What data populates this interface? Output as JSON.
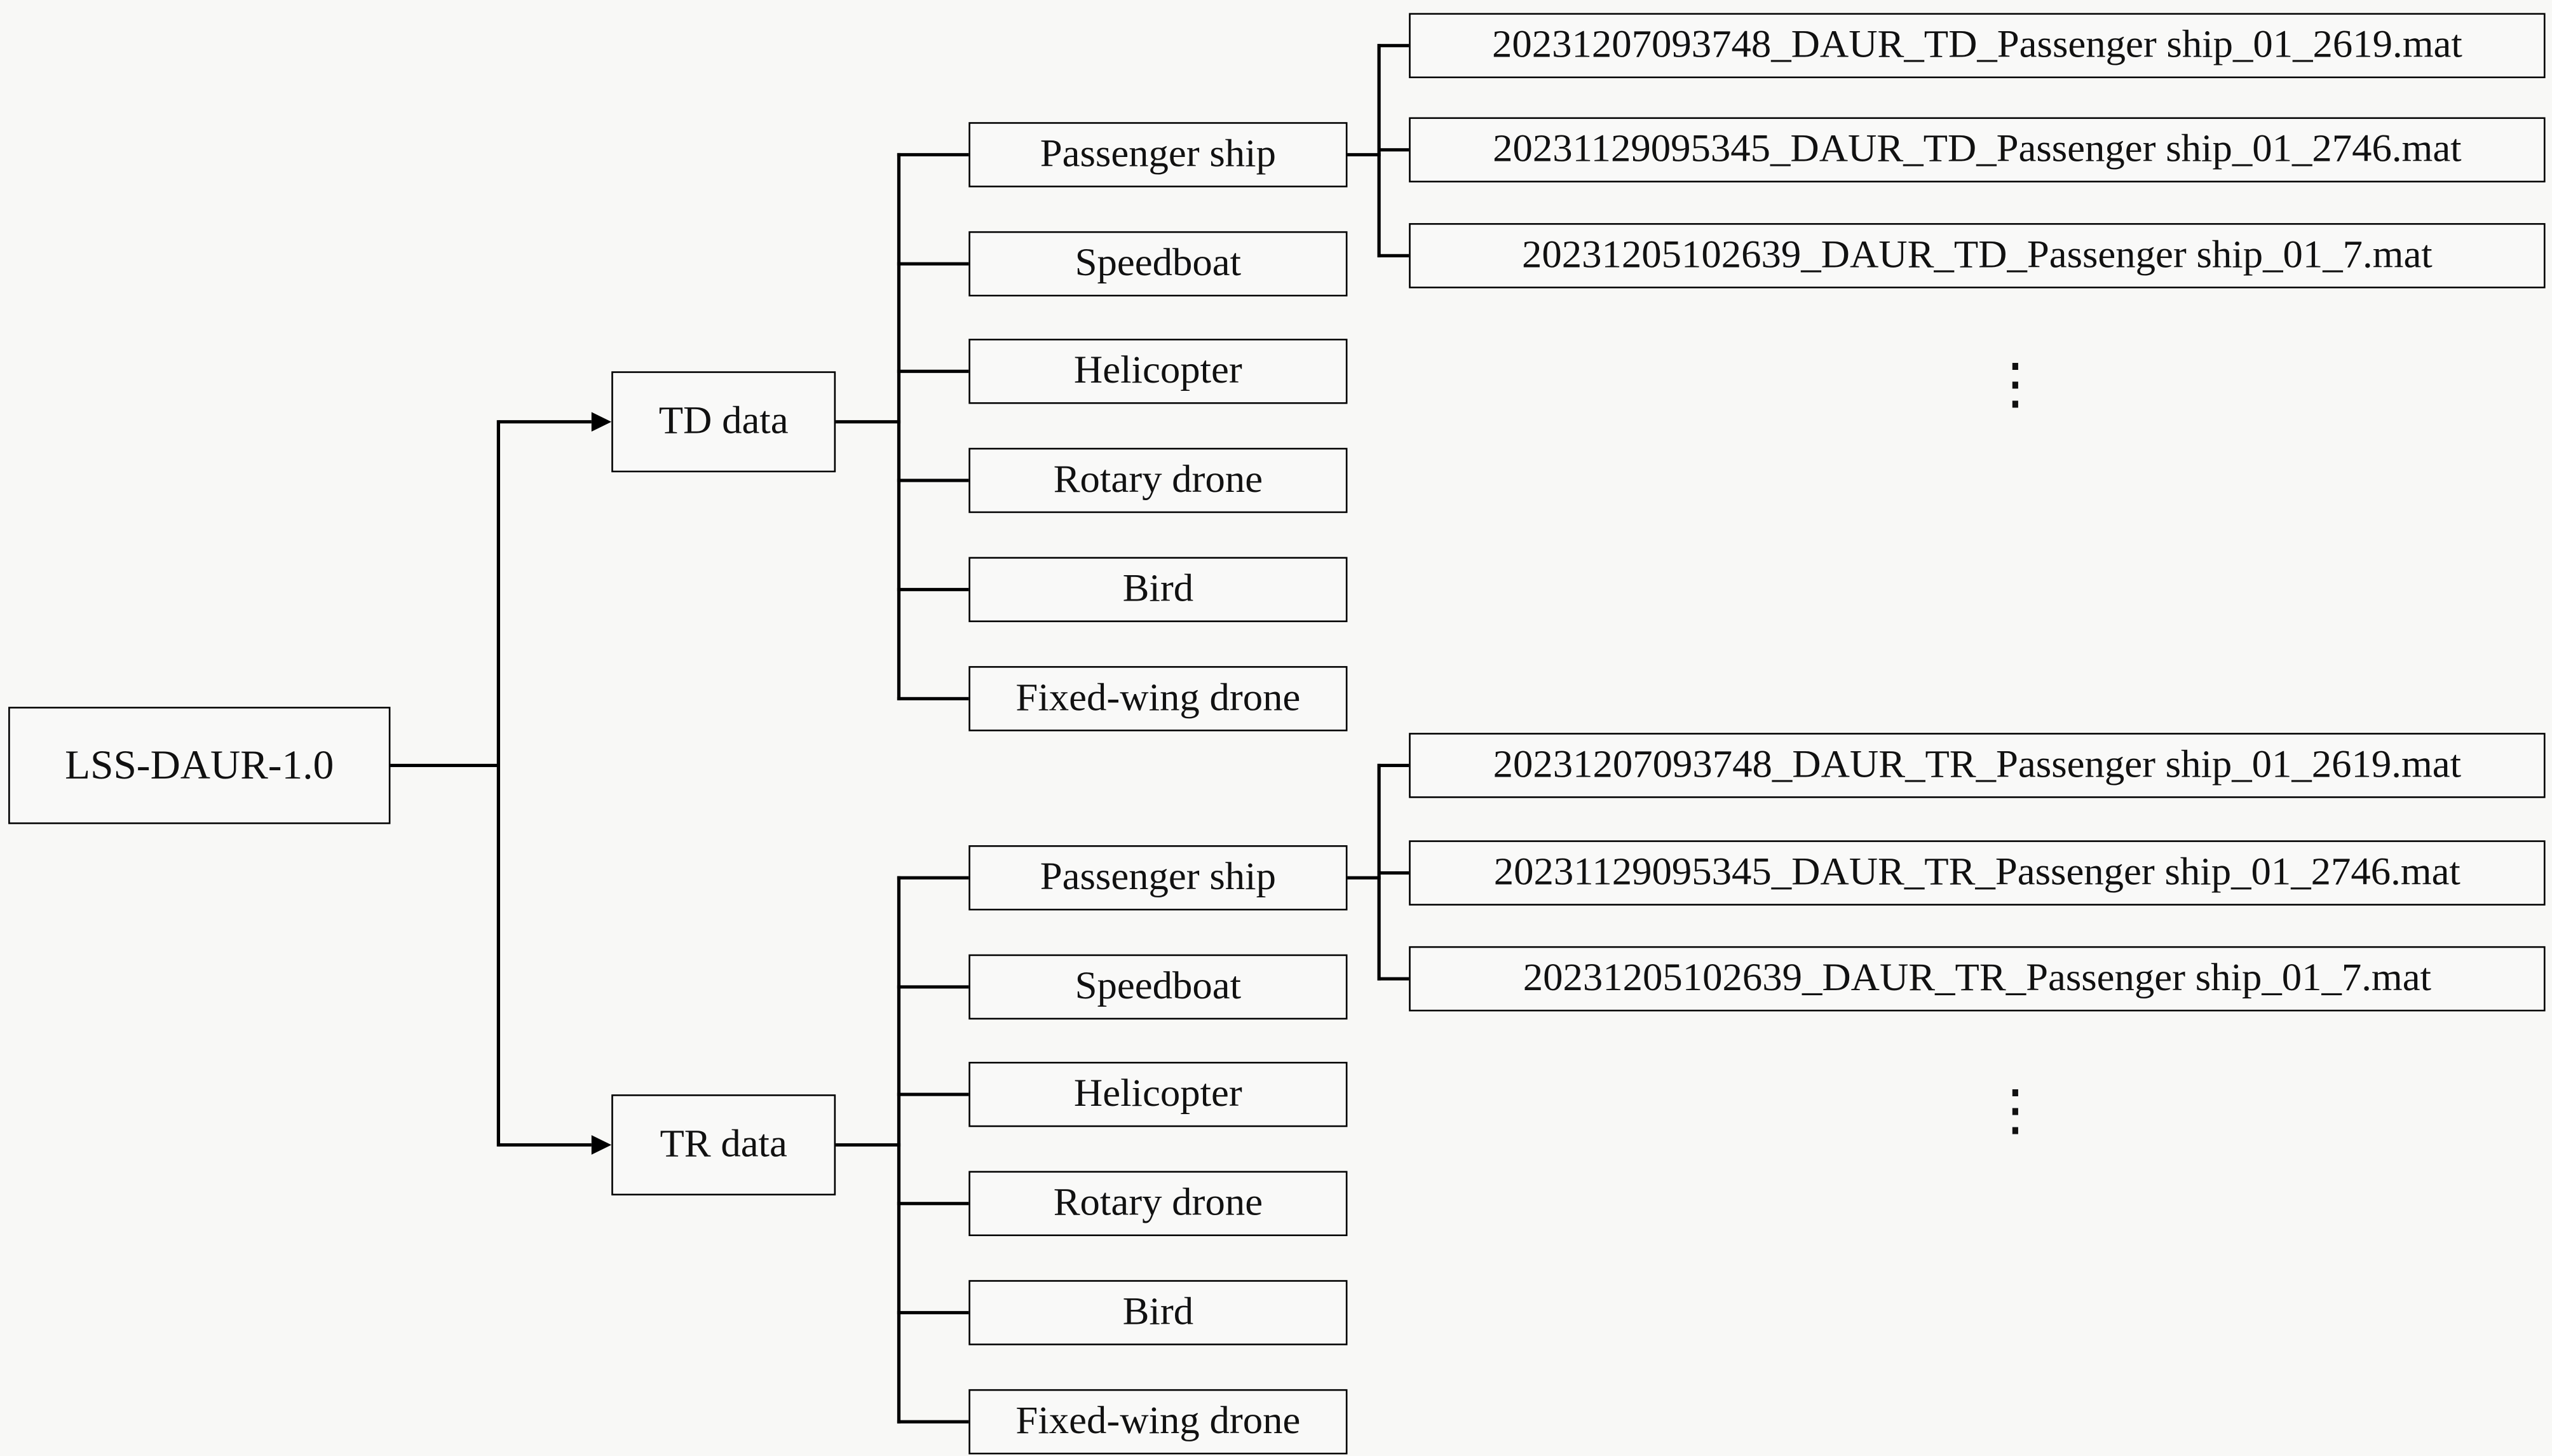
{
  "diagram": {
    "root": "LSS-DAUR-1.0",
    "ellipsis": "⋮",
    "branches": [
      {
        "label": "TD data",
        "categories": [
          "Passenger ship",
          "Speedboat",
          "Helicopter",
          "Rotary drone",
          "Bird",
          "Fixed-wing drone"
        ],
        "files": [
          "20231207093748_DAUR_TD_Passenger ship_01_2619.mat",
          "20231129095345_DAUR_TD_Passenger ship_01_2746.mat",
          "20231205102639_DAUR_TD_Passenger ship_01_7.mat"
        ]
      },
      {
        "label": "TR data",
        "categories": [
          "Passenger ship",
          "Speedboat",
          "Helicopter",
          "Rotary drone",
          "Bird",
          "Fixed-wing drone"
        ],
        "files": [
          "20231207093748_DAUR_TR_Passenger ship_01_2619.mat",
          "20231129095345_DAUR_TR_Passenger ship_01_2746.mat",
          "20231205102639_DAUR_TR_Passenger ship_01_7.mat"
        ]
      }
    ]
  }
}
